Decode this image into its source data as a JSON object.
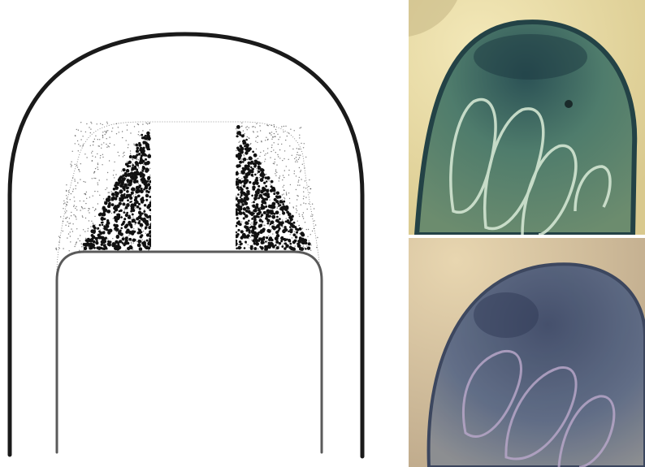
{
  "figure": {
    "panels": [
      {
        "id": "illustration",
        "kind": "line-drawing"
      },
      {
        "id": "micrograph-top",
        "kind": "photomicrograph"
      },
      {
        "id": "micrograph-bottom",
        "kind": "photomicrograph"
      }
    ]
  },
  "colors": {
    "outline": "#1a1a1a",
    "inner_outline": "#5a5a5a",
    "stipple": "#111111",
    "photo_background": "#e9dca8",
    "cell_dark": "#2e5a5e",
    "cell_mid": "#4f7f73",
    "cell_light": "#6f9680",
    "ring": "#cfe3cf",
    "bottom_bg": "#cdb79a",
    "bottom_cell": "#4a5a78"
  }
}
